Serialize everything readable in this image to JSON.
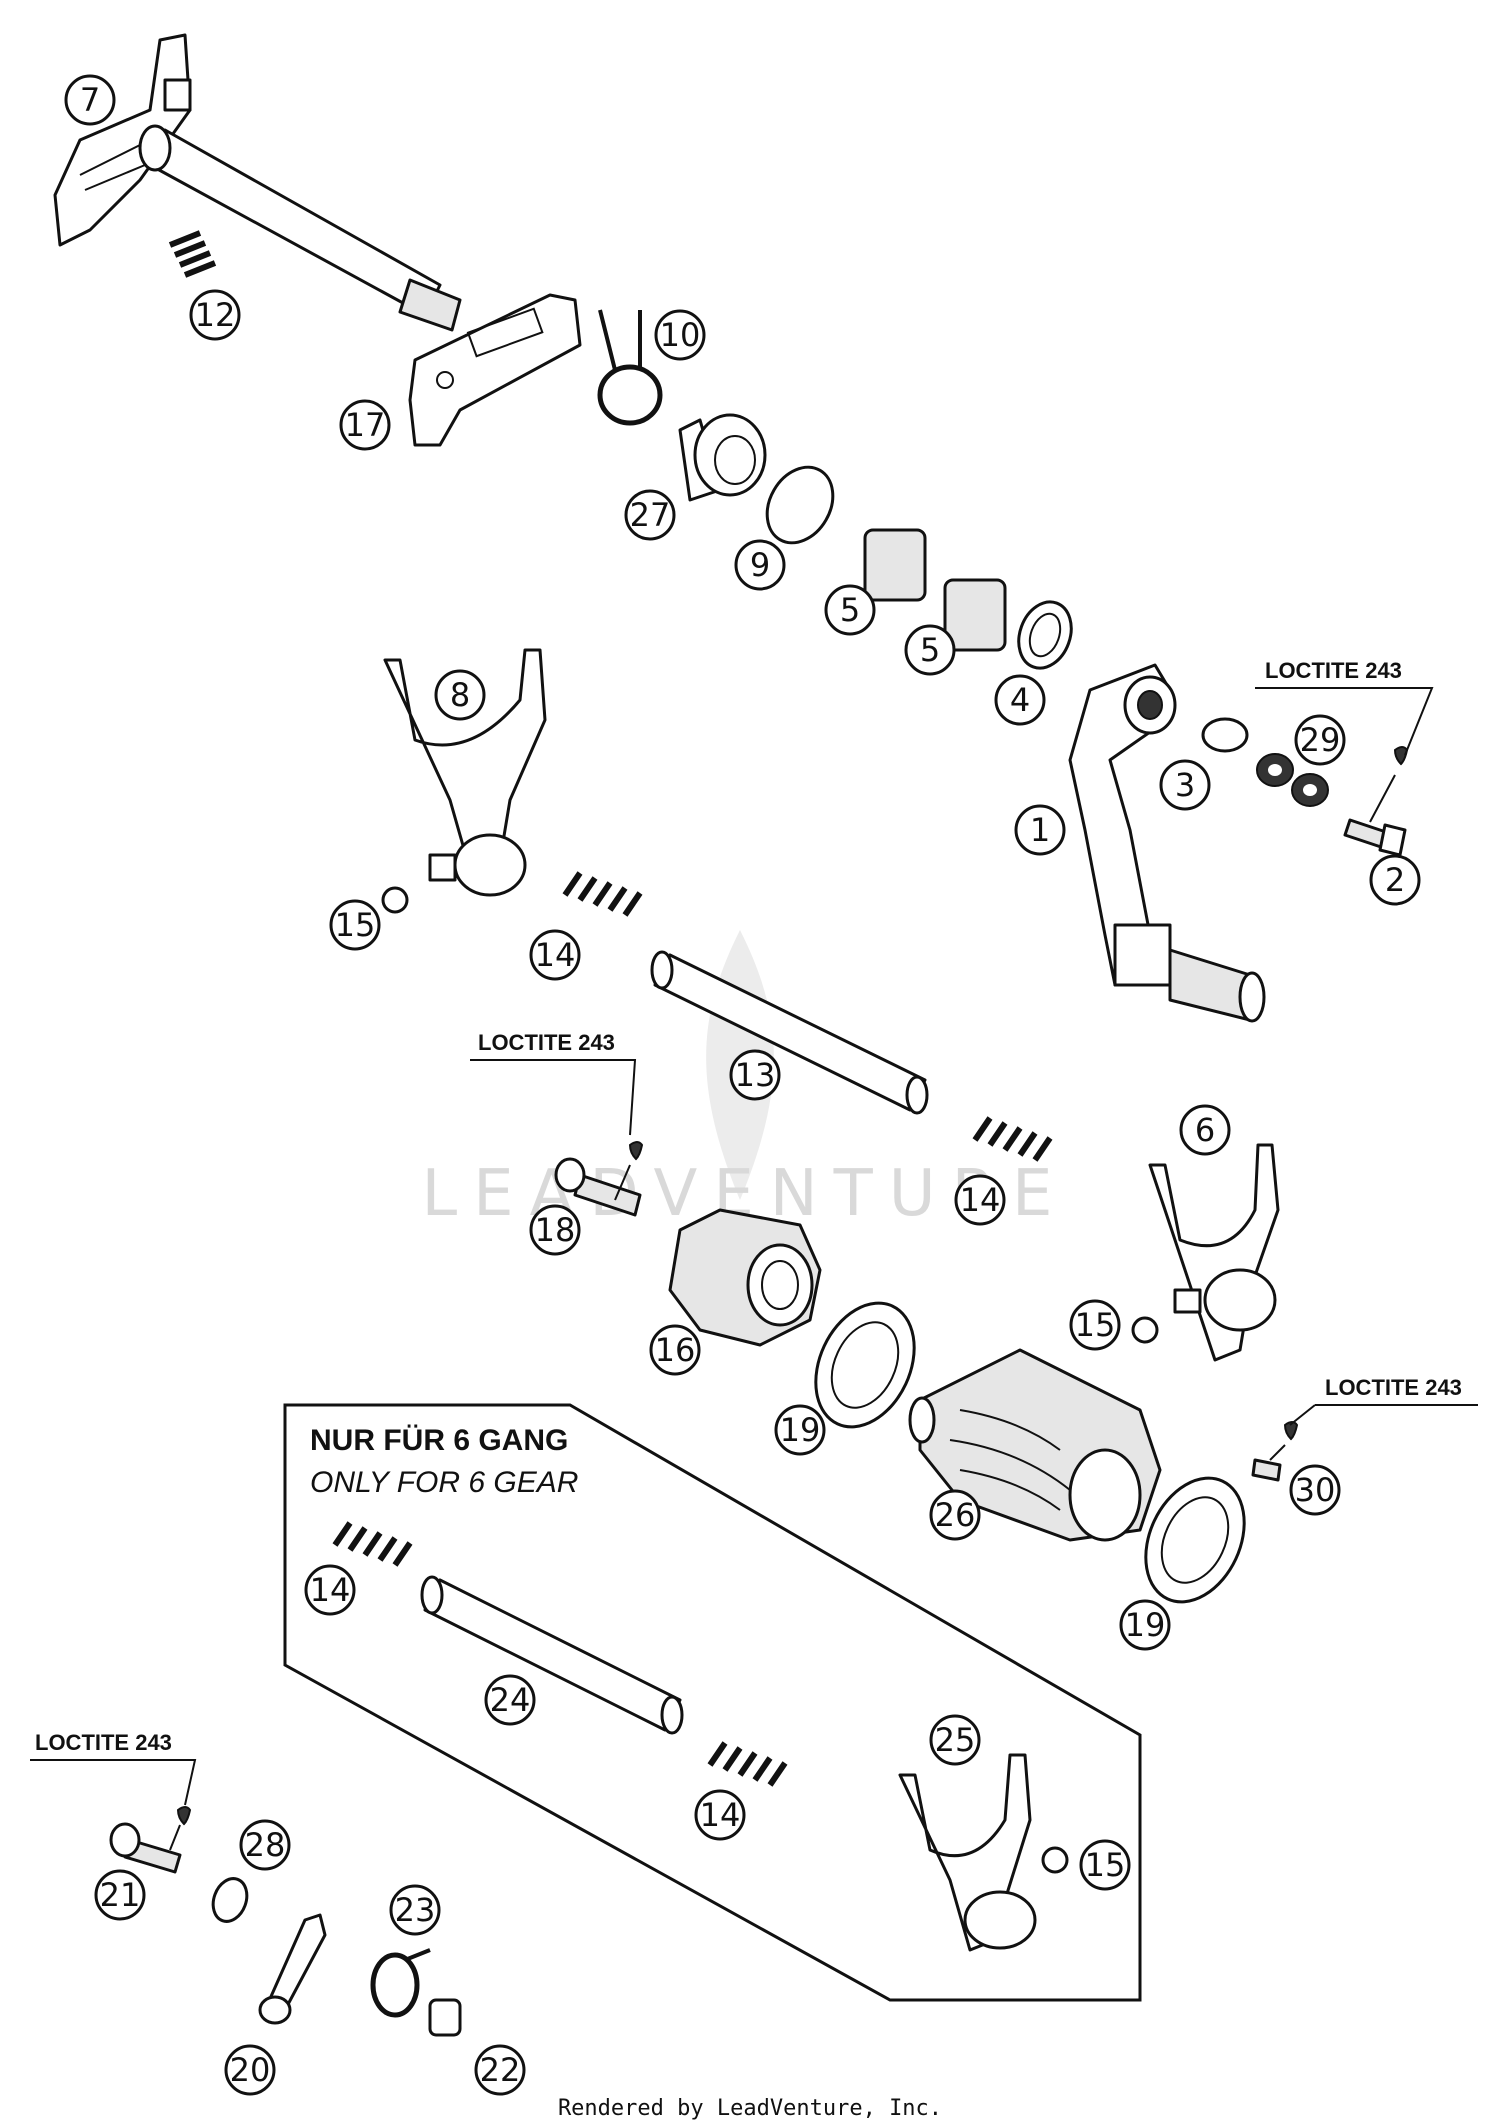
{
  "callouts": [
    "1",
    "2",
    "3",
    "4",
    "5",
    "5",
    "6",
    "7",
    "8",
    "9",
    "10",
    "12",
    "13",
    "14",
    "14",
    "14",
    "14",
    "15",
    "15",
    "15",
    "16",
    "17",
    "18",
    "19",
    "19",
    "20",
    "21",
    "22",
    "23",
    "24",
    "25",
    "26",
    "27",
    "28",
    "29",
    "30"
  ],
  "loctite_label": "LOCTITE 243",
  "box": {
    "title": "NUR FÜR 6 GANG",
    "subtitle": "ONLY FOR 6 GEAR"
  },
  "watermark": "LEADVENTURE",
  "footer": "Rendered by LeadVenture, Inc."
}
